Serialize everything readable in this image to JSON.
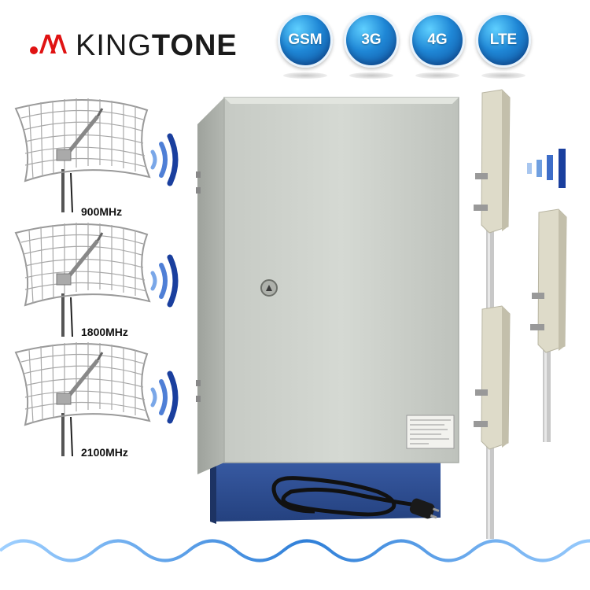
{
  "brand": {
    "name_part1": "KING",
    "name_part2": "TONE"
  },
  "badges": [
    {
      "label": "GSM"
    },
    {
      "label": "3G"
    },
    {
      "label": "4G"
    },
    {
      "label": "LTE"
    }
  ],
  "antennas": [
    {
      "frequency": "900MHz"
    },
    {
      "frequency": "1800MHz"
    },
    {
      "frequency": "2100MHz"
    }
  ],
  "colors": {
    "signal_blue": "#1a3f9e",
    "badge_blue": "#1f87d6",
    "cabinet_grey": "#c9cdc8",
    "base_blue": "#2d4f9c",
    "wave_blue": "#2f7fd8"
  },
  "icons": [
    "grid-antenna-icon",
    "signal-waves-icon",
    "panel-antenna-icon",
    "cabinet-lock-icon",
    "power-cable-icon"
  ]
}
